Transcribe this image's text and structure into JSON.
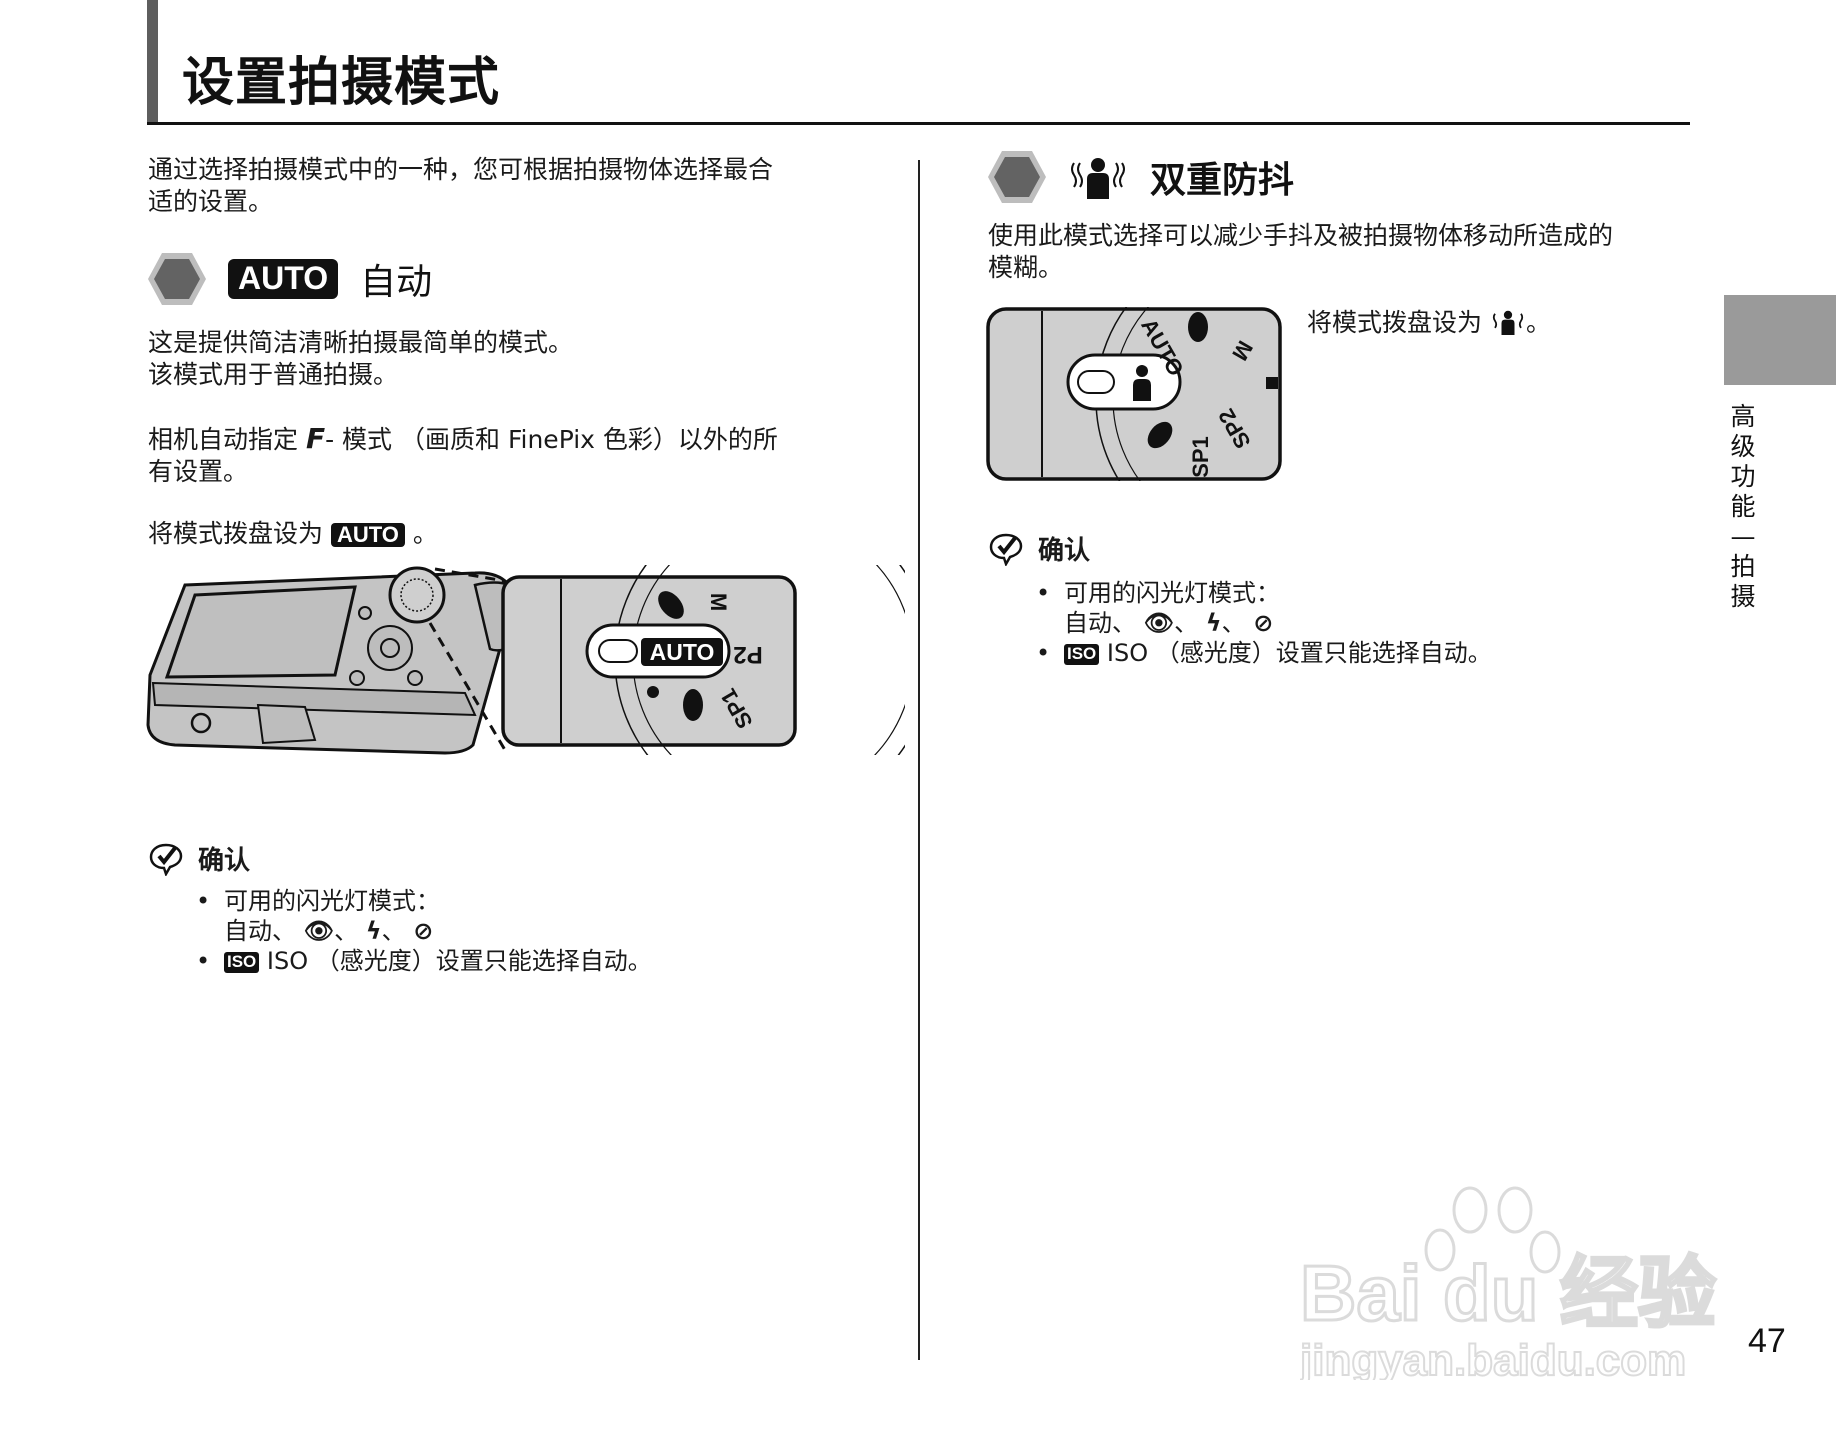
{
  "page": {
    "title": "设置拍摄模式",
    "intro": [
      "通过选择拍摄模式中的一种，您可根据拍摄物体选择最合",
      "适的设置。"
    ],
    "page_number": "47",
    "side_tab": [
      "高",
      "级",
      "功",
      "能",
      "—",
      "拍",
      "摄"
    ]
  },
  "auto_section": {
    "badge": "AUTO",
    "heading": "自动",
    "para1": [
      "这是提供简洁清晰拍摄最简单的模式。",
      "该模式用于普通拍摄。"
    ],
    "para2_prefix": "相机自动指定 ",
    "para2_f_symbol": "F",
    "para2_rest": "- 模式 （画质和 FinePix 色彩）以外的所",
    "para2_line2": "有设置。",
    "instruction_prefix": "将模式拨盘设为 ",
    "instruction_badge": "AUTO",
    "instruction_suffix": " 。",
    "dial_labels": [
      "AUTO",
      "P2",
      "SP1",
      "M"
    ],
    "note": {
      "heading": "确认",
      "flash_label": "可用的闪光灯模式：",
      "flash_modes_prefix": "自动、",
      "flash_sep": "、",
      "iso_badge": "ISO",
      "iso_text": " ISO （感光度）设置只能选择自动。"
    }
  },
  "dual_is_section": {
    "heading": "双重防抖",
    "description": [
      "使用此模式选择可以减少手抖及被拍摄物体移动所造成的",
      "模糊。"
    ],
    "instruction_prefix": "将模式拨盘设为 ",
    "instruction_suffix": "。",
    "dial_labels": [
      "AUTO",
      "SP1",
      "SP2",
      "M"
    ],
    "note": {
      "heading": "确认",
      "flash_label": "可用的闪光灯模式：",
      "flash_modes_prefix": "自动、",
      "flash_sep": "、",
      "iso_badge": "ISO",
      "iso_text": " ISO （感光度）设置只能选择自动。"
    }
  },
  "watermark": {
    "brand": "Bai du 经验",
    "url": "jingyan.baidu.com"
  },
  "colors": {
    "hex_outer": "#bdbdbd",
    "hex_inner": "#636363",
    "side_tab": "#9a9a9a",
    "dial_fill": "#cfcfcf"
  }
}
